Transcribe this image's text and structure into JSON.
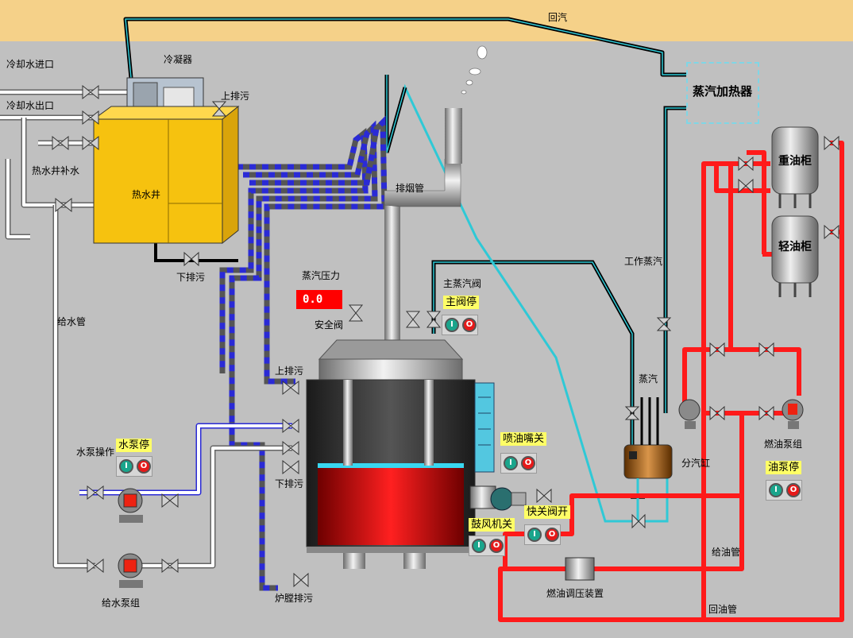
{
  "labels": {
    "return_steam_top": "回汽",
    "cooling_water_in": "冷却水进口",
    "cooling_water_out": "冷却水出口",
    "condenser": "冷凝器",
    "hot_well_makeup": "热水井补水",
    "hot_well": "热水井",
    "blowdown_upper": "上排污",
    "blowdown_lower": "下排污",
    "feedwater_pipe": "给水管",
    "exhaust_pipe": "排烟管",
    "steam_heater": "蒸汽加热器",
    "steam_pressure": "蒸汽压力",
    "safety_valve": "安全阀",
    "main_steam_valve": "主蒸汽阀",
    "working_steam": "工作蒸汽",
    "steam": "蒸汽",
    "distribution_cylinder": "分汽缸",
    "heavy_oil_tank": "重油柜",
    "light_oil_tank": "轻油柜",
    "fuel_pump_set": "燃油泵组",
    "boiler_blowdown_upper": "上排污",
    "boiler_blowdown_lower": "下排污",
    "water_pump_operation": "水泵操作",
    "feed_pump_set": "给水泵组",
    "furnace_blowdown": "炉膛排污",
    "nozzle_off": "喷油嘴关",
    "blower_off": "鼓风机关",
    "quick_valve_open": "快关阀开",
    "fuel_regulator": "燃油调压装置",
    "oil_feed_pipe": "给油管",
    "oil_return_pipe": "回油管"
  },
  "status_tags": {
    "main_valve": "主阀停",
    "water_pump": "水泵停",
    "oil_pump": "油泵停",
    "nozzle": "喷油嘴关",
    "blower": "鼓风机关",
    "quick_valve": "快关阀开"
  },
  "buttons": {
    "start": "I",
    "stop": "O"
  },
  "steam_pressure_value": "0.0",
  "colors": {
    "background": "#c0c0c0",
    "top_band": "#f5d189",
    "steam_pipe": "#000000",
    "steam_pipe_trace": "#2fc9d6",
    "water_pipe": "#ffffff",
    "flue_pipe_blue": "#2a2ad6",
    "fuel_pipe": "#ff1a1a",
    "hot_well": "#f6c20f",
    "boiler_fire": "#e51515"
  }
}
